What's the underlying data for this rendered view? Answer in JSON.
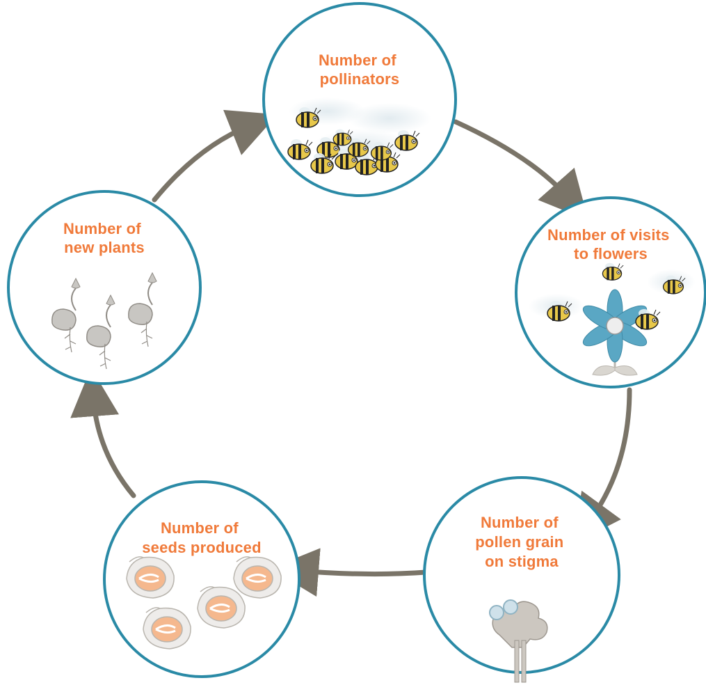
{
  "diagram": {
    "type": "cycle",
    "colors": {
      "circle_stroke": "#2a8aa6",
      "label": "#f07a3a",
      "arrow": "#7a7468",
      "bee_yellow": "#e8c84a",
      "bee_black": "#222222",
      "flower_blue": "#5aa7c4",
      "seed_fill": "#f5b88e",
      "sprout_gray": "#c8c6c2"
    },
    "nodes": [
      {
        "id": "pollinators",
        "label_lines": [
          "Number of",
          "pollinators"
        ],
        "icon": "bee-swarm-icon"
      },
      {
        "id": "visits",
        "label_lines": [
          "Number of visits",
          "to flowers"
        ],
        "icon": "bees-visiting-flower-icon"
      },
      {
        "id": "pollen",
        "label_lines": [
          "Number of",
          "pollen grain",
          "on stigma"
        ],
        "icon": "stigma-with-pollen-icon"
      },
      {
        "id": "seeds",
        "label_lines": [
          "Number of",
          "seeds produced"
        ],
        "icon": "seeds-icon"
      },
      {
        "id": "plants",
        "label_lines": [
          "Number of",
          "new plants"
        ],
        "icon": "sprouting-seedlings-icon"
      }
    ],
    "edges": [
      {
        "from": "pollinators",
        "to": "visits"
      },
      {
        "from": "visits",
        "to": "pollen"
      },
      {
        "from": "pollen",
        "to": "seeds"
      },
      {
        "from": "seeds",
        "to": "plants"
      },
      {
        "from": "plants",
        "to": "pollinators"
      }
    ]
  }
}
